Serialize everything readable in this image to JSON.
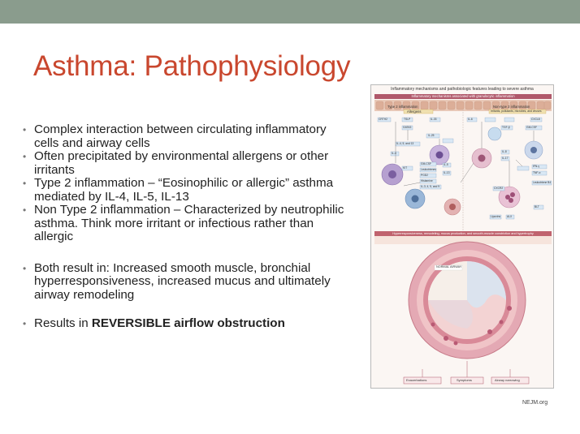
{
  "slide": {
    "title": "Asthma: Pathophysiology",
    "bullets": [
      "Complex interaction between circulating inflammatory cells and airway cells",
      "Often precipitated by environmental allergens or other irritants",
      "Type 2 inflammation – “Eosinophilic or allergic” asthma mediated by IL-4, IL-5, IL-13",
      "Non Type 2 inflammation – Characterized by neutrophilic asthma. Think more irritant or infectious rather than allergic",
      "Both result in: Increased smooth muscle, bronchial hyperresponsiveness, increased mucus and ultimately airway remodeling"
    ],
    "last_bullet": {
      "prefix": "Results in ",
      "emphasis": "REVERSIBLE airflow obstruction"
    },
    "source": "NEJM.org"
  },
  "figure": {
    "title": "Inflammatory mechanisms and pathobiologic features leading to severe asthma",
    "header": "Inflammatory mechanisms associated with granulocytic inflammation",
    "type2_label": "Type 2 inflammation",
    "type2_trigger": "Allergens",
    "nontype2_label": "Non-type 2 inflammation",
    "nontype2_trigger": "Irritants, pollutants, microbes, and viruses",
    "band": "Hyperresponsiveness, remodeling, mucus production, and smooth-muscle constriction and hypertrophy",
    "airway_label": "NORMAL AIRWAY",
    "outcomes": [
      "Exacerbations",
      "Symptoms",
      "Airway narrowing"
    ],
    "cytokines_left": [
      "CRTH2",
      "TSLP",
      "GATA3",
      "IL-33",
      "IL-25",
      "IL-4, 5, and 13",
      "IL-4",
      "IL-5",
      "IL-13",
      "KIT",
      "GM-CSF",
      "Leukotrienes",
      "PGD2",
      "Histamine",
      "IL-3, 4, 5, and 9"
    ],
    "cytokines_right": [
      "IL-6",
      "CXCL8",
      "TGF-β",
      "GM-CSF",
      "IL-8",
      "IL-17",
      "IFN-γ",
      "TNF-α",
      "Leukotriene B4",
      "CXCR2",
      "BLT",
      "ALX",
      "Lipoxins"
    ]
  }
}
